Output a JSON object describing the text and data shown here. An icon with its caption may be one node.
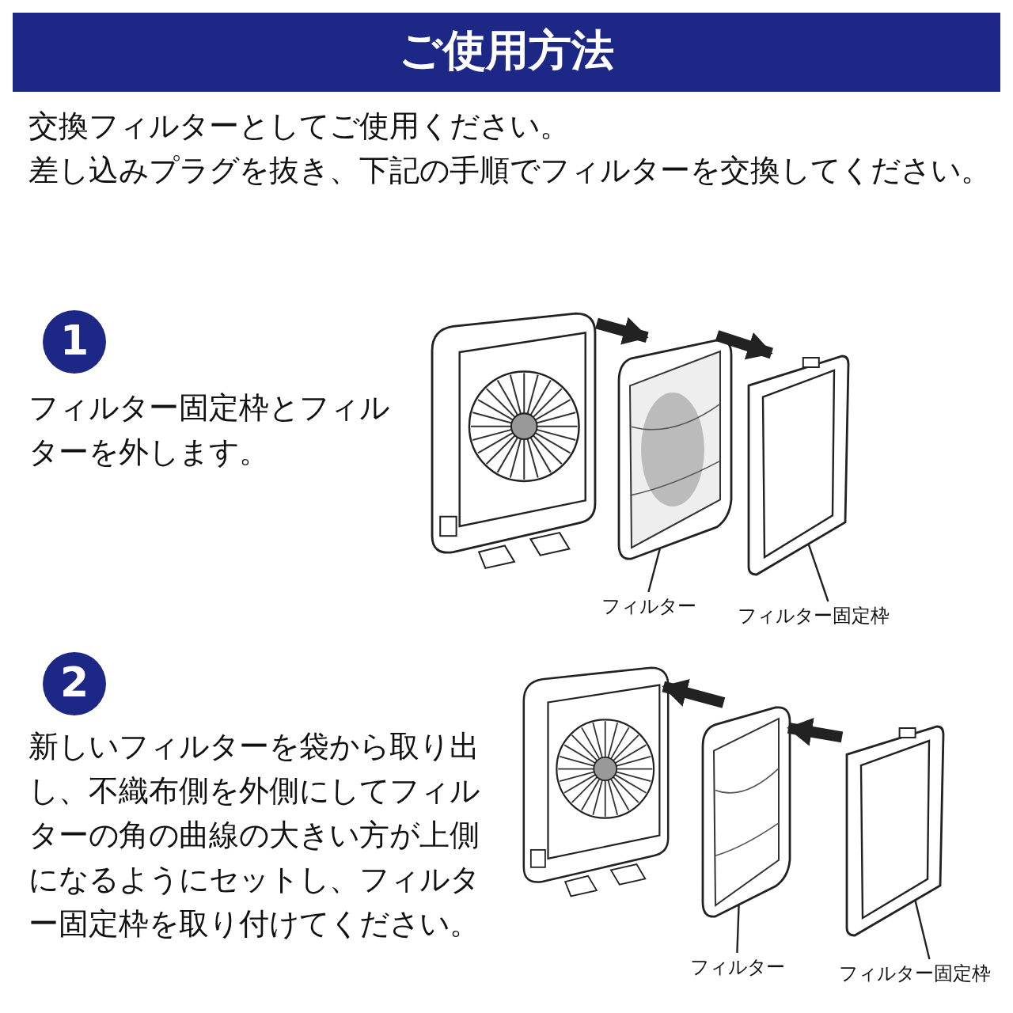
{
  "diagram": {
    "title": "ご使用方法",
    "nodes": [
      {
        "text": [
          "1"
        ],
        "beside": [
          "フィルター固定枠とフィルターを外します。"
        ]
      },
      {
        "text": [],
        "shape": "picture"
      },
      {
        "text": [],
        "shape": "picture"
      },
      {
        "text": [],
        "shape": "picture"
      },
      {
        "text": [
          "フィルター"
        ]
      },
      {
        "text": [
          "フィルター固定枠"
        ]
      },
      {
        "text": [
          "2"
        ],
        "beside": [
          "新しいフィルターを袋から取り出し、不織布側を外側にしてフィルターの角の曲線の大きい方が上側になるようにセットし、フィルター固定枠を取り付けてください。"
        ]
      },
      {
        "text": [],
        "shape": "picture"
      },
      {
        "text": [],
        "shape": "picture"
      },
      {
        "text": [],
        "shape": "picture"
      },
      {
        "text": [
          "フィルター"
        ]
      },
      {
        "text": [
          "フィルター固定枠"
        ]
      }
    ],
    "edges": [
      {
        "from": 1,
        "to": 2,
        "arrow": "to",
        "style": "thick"
      },
      {
        "from": 2,
        "to": 3,
        "arrow": "to",
        "style": "thick"
      },
      {
        "from": 4,
        "to": 2,
        "arrow": "none"
      },
      {
        "from": 5,
        "to": 3,
        "arrow": "none"
      },
      {
        "from": 9,
        "to": 8,
        "arrow": "to",
        "style": "thick"
      },
      {
        "from": 8,
        "to": 7,
        "arrow": "to",
        "style": "thick"
      },
      {
        "from": 10,
        "to": 8,
        "arrow": "none"
      },
      {
        "from": 11,
        "to": 9,
        "arrow": "none"
      }
    ],
    "labels": [
      "交換フィルターとしてご使用ください。",
      "差し込みプラグを抜き、下記の手順でフィルターを交換してください。"
    ]
  }
}
